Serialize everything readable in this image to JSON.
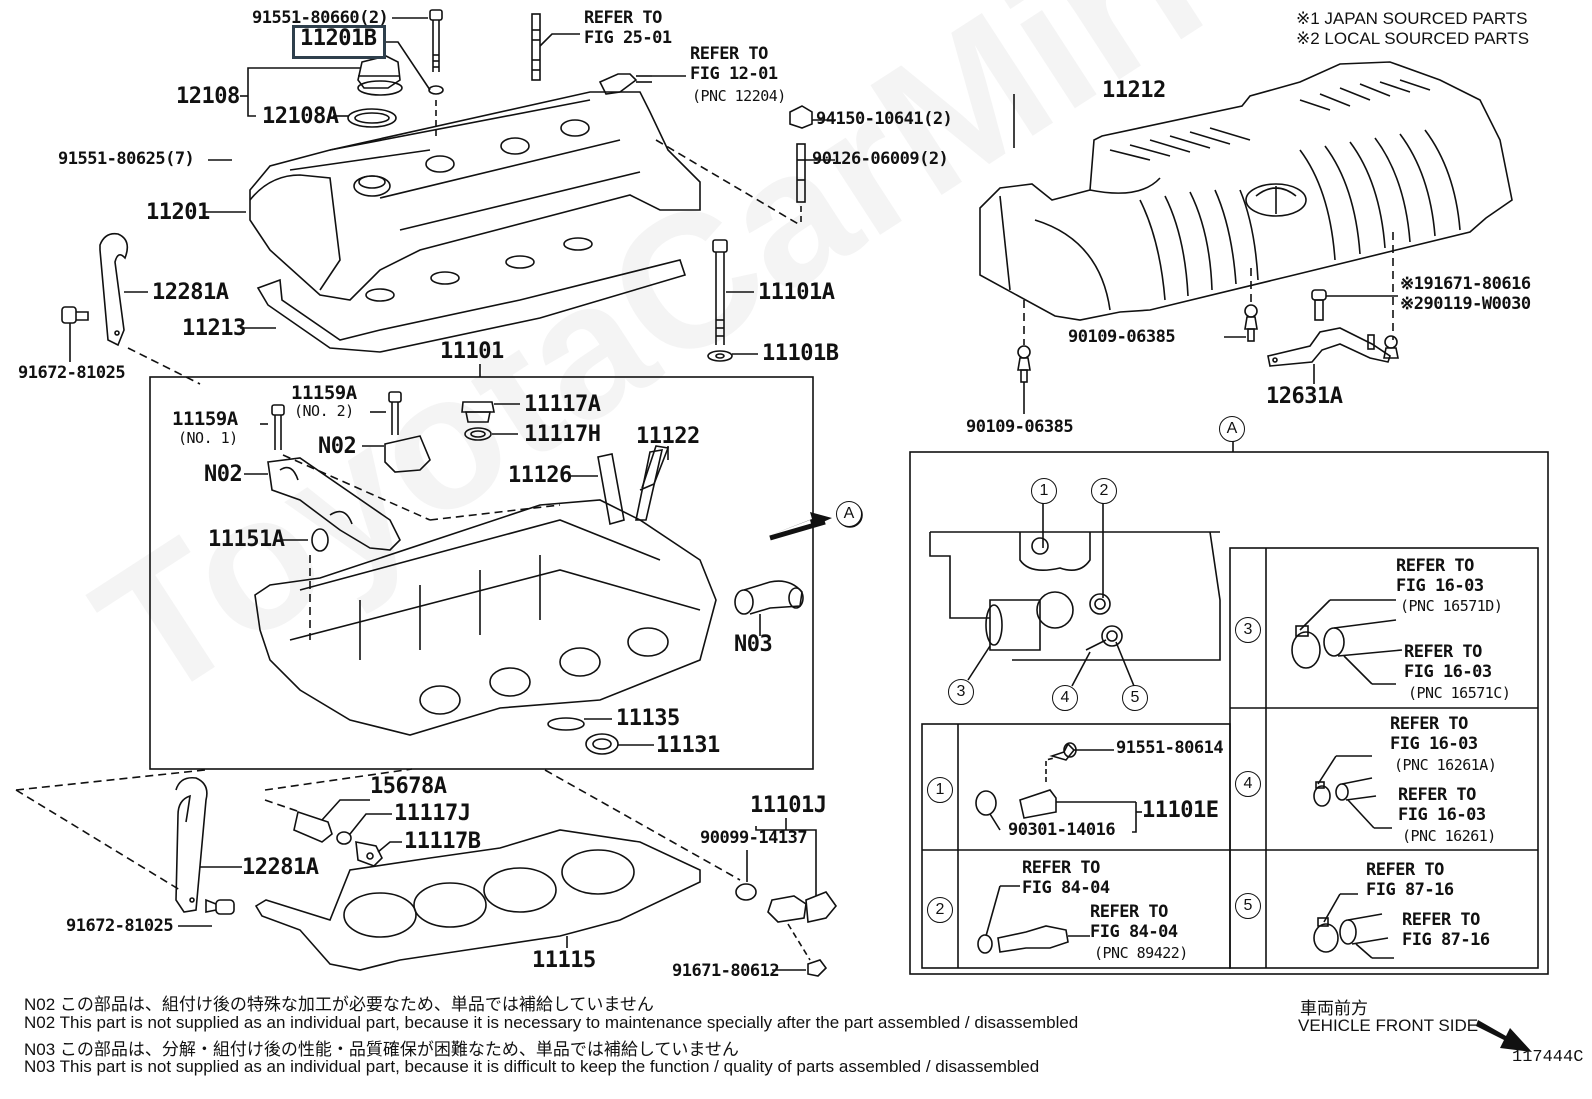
{
  "diagram": {
    "figure_id": "117444C",
    "watermark": "ToyotaCarMirror",
    "highlighted_part": "11201B",
    "legend": {
      "japan": "※1 JAPAN SOURCED PARTS",
      "local": "※2 LOCAL SOURCED PARTS"
    },
    "labels": {
      "p91551_80660": "91551-80660(2)",
      "p11201B": "11201B",
      "p12108": "12108",
      "p12108A": "12108A",
      "p91551_80625": "91551-80625(7)",
      "p11201": "11201",
      "p12281A_top": "12281A",
      "p91672_81025_top": "91672-81025",
      "p11213": "11213",
      "refer_25_01": "REFER TO\nFIG 25-01",
      "refer_12_01": "REFER TO\nFIG 12-01",
      "refer_12_01_pnc": "(PNC 12204)",
      "p94150_10641": "94150-10641(2)",
      "p90126_06009": "90126-06009(2)",
      "p11101A": "11101A",
      "p11101B": "11101B",
      "p11101": "11101",
      "p11212": "11212",
      "p91671_80616": "※191671-80616",
      "p90119_W0030": "※290119-W0030",
      "p90109_06385_mid": "90109-06385",
      "p90109_06385_low": "90109-06385",
      "p12631A": "12631A",
      "p11159A_no1": "11159A",
      "p11159A_no1_sub": "(NO. 1)",
      "p11159A_no2": "11159A",
      "p11159A_no2_sub": "(NO. 2)",
      "n02_a": "N02",
      "n02_b": "N02",
      "p11117A": "11117A",
      "p11117H": "11117H",
      "p11122": "11122",
      "p11126": "11126",
      "p11151A": "11151A",
      "n03": "N03",
      "p11135": "11135",
      "p11131": "11131",
      "view_a": "A",
      "p15678A": "15678A",
      "p11117J": "11117J",
      "p11117B": "11117B",
      "p12281A_low": "12281A",
      "p91672_81025_low": "91672-81025",
      "p11115": "11115",
      "p11101J": "11101J",
      "p90099_14137": "90099-14137",
      "p91671_80612": "91671-80612"
    },
    "detail_a": {
      "title": "A",
      "callouts": [
        "1",
        "2",
        "3",
        "4",
        "5"
      ],
      "rows": [
        {
          "num": "1",
          "items": [
            "91551-80614",
            "11101E",
            "90301-14016"
          ]
        },
        {
          "num": "2",
          "items": [
            "REFER TO\nFIG 84-04",
            "REFER TO\nFIG 84-04",
            "(PNC 89422)"
          ]
        },
        {
          "num": "3",
          "items": [
            "REFER TO\nFIG 16-03",
            "(PNC 16571D)",
            "REFER TO\nFIG 16-03",
            "(PNC 16571C)"
          ]
        },
        {
          "num": "4",
          "items": [
            "REFER TO\nFIG 16-03",
            "(PNC 16261A)",
            "REFER TO\nFIG 16-03",
            "(PNC 16261)"
          ]
        },
        {
          "num": "5",
          "items": [
            "REFER TO\nFIG 87-16",
            "REFER TO\nFIG 87-16"
          ]
        }
      ]
    },
    "notes": [
      "N02  この部品は、組付け後の特殊な加工が必要なため、単品では補給していません",
      "N02  This part is not supplied as an individual part, because it is necessary to maintenance specially after the part assembled / disassembled",
      "N03  この部品は、分解・組付け後の性能・品質確保が困難なため、単品では補給していません",
      "N03  This part is not supplied as an individual part, because it is difficult to keep the function / quality of parts  assembled / disassembled"
    ],
    "front_side": {
      "jp": "車両前方",
      "en": "VEHICLE FRONT SIDE"
    }
  }
}
